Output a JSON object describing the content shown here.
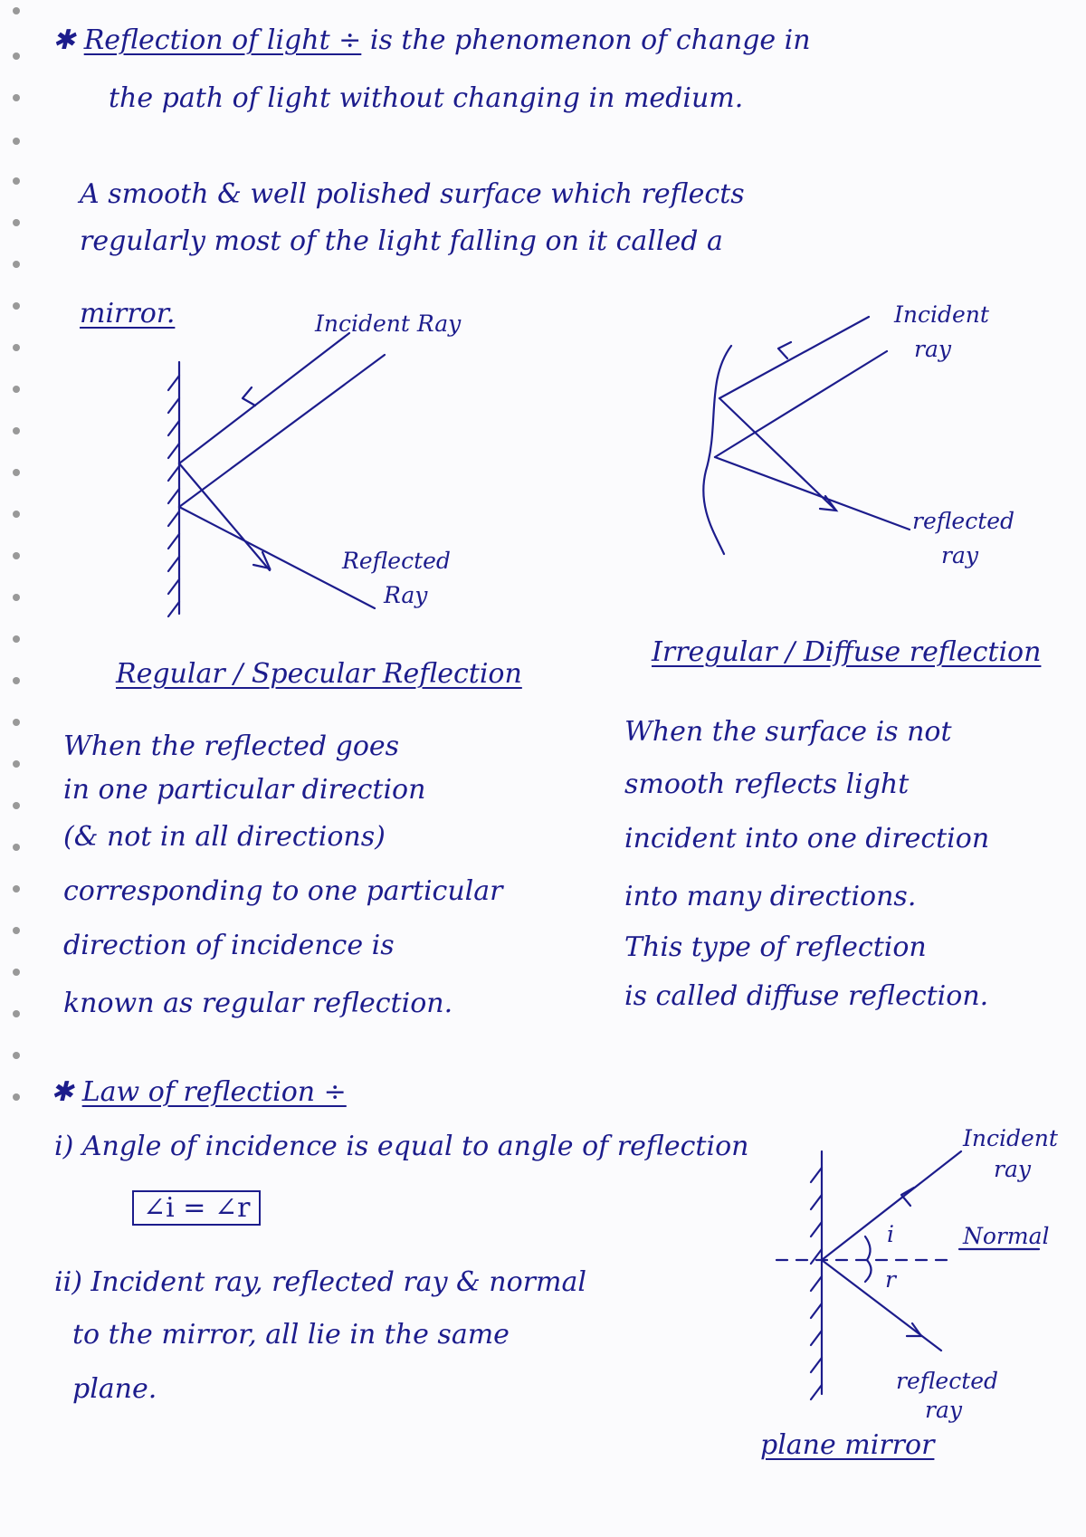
{
  "definition": {
    "star": "✱",
    "term": "Reflection of light ÷",
    "line1_rest": "is the phenomenon of change in",
    "line2": "the path of light without changing in medium."
  },
  "mirror_definition": {
    "line1": "A smooth & well polished surface which reflects",
    "line2": "regularly most of the light falling on it called a",
    "term": "mirror."
  },
  "regular_diagram": {
    "incident_label": "Incident Ray",
    "reflected_label_1": "Reflected",
    "reflected_label_2": "Ray",
    "caption": "Regular / Specular Reflection"
  },
  "diffuse_diagram": {
    "incident_label_1": "Incident",
    "incident_label_2": "ray",
    "reflected_label_1": "reflected",
    "reflected_label_2": "ray",
    "caption": "Irregular / Diffuse reflection"
  },
  "regular_text": [
    "When the reflected goes",
    "in one particular direction",
    "(& not in all directions)",
    "corresponding to one particular",
    "direction of incidence is",
    "known as regular reflection."
  ],
  "diffuse_text": [
    "When the surface is not",
    "smooth reflects light",
    "incident into one direction",
    "into many directions.",
    "This type of reflection",
    "is called diffuse reflection."
  ],
  "laws": {
    "star": "✱",
    "heading": "Law of reflection ÷",
    "law1": "i) Angle of incidence is equal to angle of reflection",
    "formula": "∠i = ∠r",
    "law2_line1": "ii) Incident ray, reflected ray & normal",
    "law2_line2": "to the mirror, all lie in the same",
    "law2_line3": "plane."
  },
  "plane_mirror_diagram": {
    "incident_label_1": "Incident",
    "incident_label_2": "ray",
    "angle_i": "i",
    "angle_r": "r",
    "normal_label": "Normal",
    "reflected_label_1": "reflected",
    "reflected_label_2": "ray",
    "caption": "plane mirror"
  }
}
